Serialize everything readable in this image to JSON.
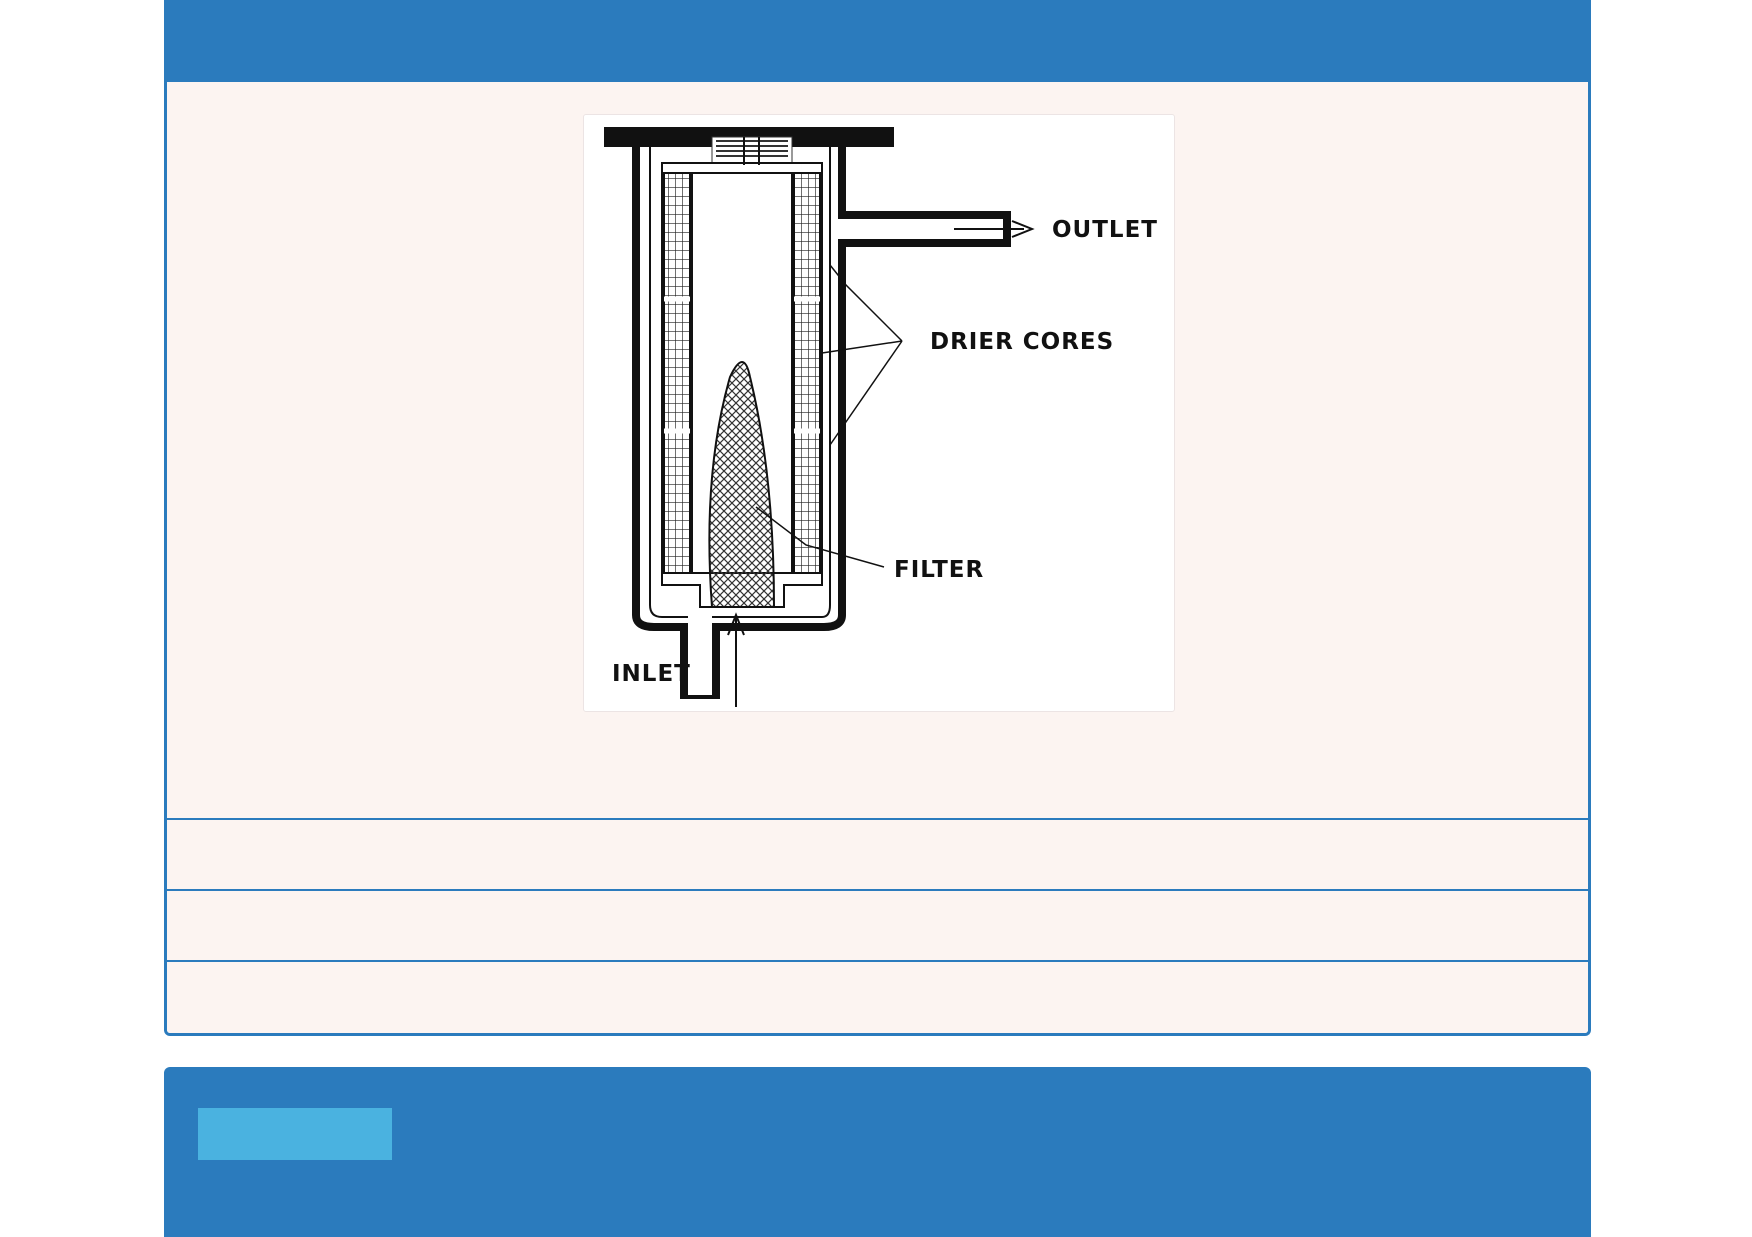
{
  "header": {
    "title": ""
  },
  "figure": {
    "labels": {
      "outlet": "OUTLET",
      "drier_cores": "DRIER CORES",
      "filter": "FILTER",
      "inlet": "INLET"
    }
  },
  "options": [
    {
      "text": ""
    },
    {
      "text": ""
    },
    {
      "text": ""
    }
  ],
  "footer": {
    "button_label": ""
  },
  "colors": {
    "primary": "#2b7bbd",
    "accent_button": "#4ab2e0",
    "card_background": "#fcf4f1"
  }
}
